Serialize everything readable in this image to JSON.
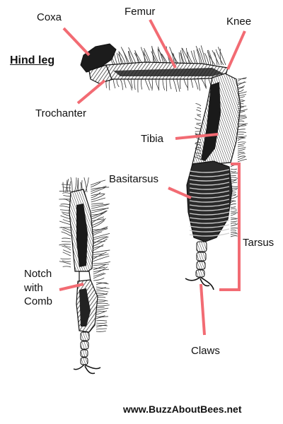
{
  "title": "Hind leg",
  "labels": {
    "coxa": "Coxa",
    "femur": "Femur",
    "knee": "Knee",
    "trochanter": "Trochanter",
    "tibia": "Tibia",
    "basitarsus": "Basitarsus",
    "tarsus": "Tarsus",
    "notch_line1": "Notch",
    "notch_line2": "with",
    "notch_line3": "Comb",
    "claws": "Claws"
  },
  "credit": "www.BuzzAboutBees.net",
  "colors": {
    "leader": "#f26b73",
    "ink": "#1a1a1a",
    "shade": "#555555"
  }
}
